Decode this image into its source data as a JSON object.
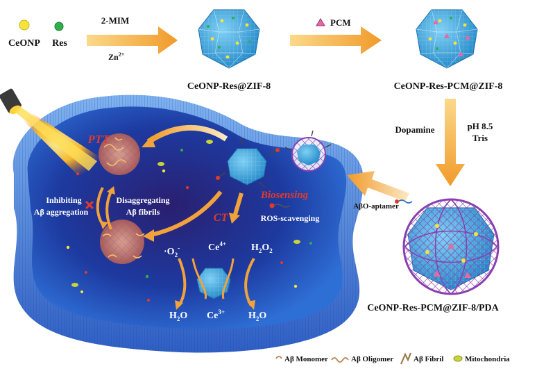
{
  "top_row": {
    "ceonp_label": "CeONP",
    "res_label": "Res",
    "reagent_above": "2-MIM",
    "reagent_below": "Zn",
    "reagent_below_sup": "2+",
    "product1_label": "CeONP-Res@ZIF-8",
    "pcm_label": "PCM",
    "product2_label": "CeONP-Res-PCM@ZIF-8"
  },
  "right_column": {
    "dopamine_label": "Dopamine",
    "ph_label": "pH 8.5",
    "tris_label": "Tris",
    "aptamer_label": "AβO-aptamer",
    "final_label": "CeONP-Res-PCM@ZIF-8/PDA"
  },
  "cell": {
    "ptt_label": "PTT",
    "ct_label": "CT",
    "biosensing_label": "Biosensing",
    "inhibit_line1": "Inhibiting",
    "inhibit_line2": "Aβ aggregation",
    "disagg_line1": "Disaggregating",
    "disagg_line2": "Aβ fibrils",
    "ros_label": "ROS-scavenging",
    "superoxide": "·O",
    "superoxide_sub": "2",
    "superoxide_sup": "-",
    "ce4": "Ce",
    "ce4_sup": "4+",
    "h2o2_a": "H",
    "h2o2_sub1": "2",
    "h2o2_b": "O",
    "h2o2_sub2": "2",
    "h2o_left_a": "H",
    "h2o_left_sub": "2",
    "h2o_left_b": "O",
    "ce3": "Ce",
    "ce3_sup": "3+",
    "h2o_right_a": "H",
    "h2o_right_sub": "2",
    "h2o_right_b": "O"
  },
  "legend": {
    "monomer": "Aβ Monomer",
    "oligomer": "Aβ Oligomer",
    "fibril": "Aβ Fibril",
    "mitochondria": "Mitochondria"
  },
  "colors": {
    "arrow_orange": "#f2a23a",
    "crystal_blue": "#2f9fd8",
    "cell_blue": "#2b5fc9",
    "pda_purple": "#8a3fb0",
    "label_red": "#e23a2a"
  }
}
